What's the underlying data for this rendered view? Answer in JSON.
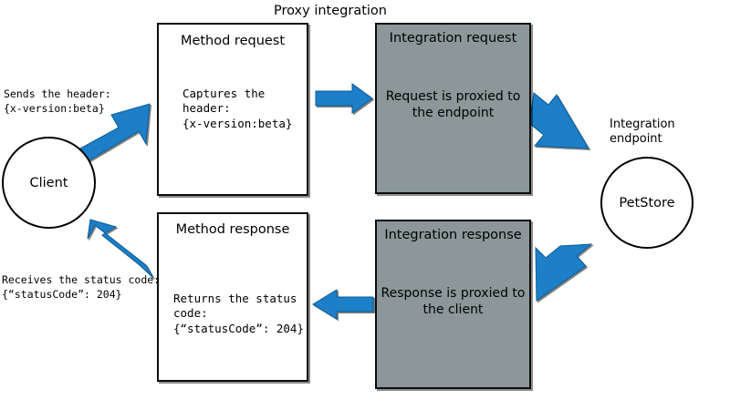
{
  "diagram": {
    "title": "Proxy integration",
    "colors": {
      "arrow_blue": "#1b7fc8",
      "box_gray": "#8b9799",
      "box_outline": "#0d0d0d",
      "background": "#ffffff"
    }
  },
  "nodes": {
    "client": {
      "label": "Client"
    },
    "endpoint": {
      "caption": "Integration\nendpoint",
      "label": "PetStore"
    },
    "method_request": {
      "title": "Method request",
      "body": "Captures the header:\n{x-version:beta}"
    },
    "integration_request": {
      "title": "Integration request",
      "body": "Request is proxied to\nthe endpoint"
    },
    "method_response": {
      "title": "Method response",
      "body": "Returns the status code:\n{“statusCode”: 204}"
    },
    "integration_response": {
      "title": "Integration response",
      "body": "Response is proxied to\nthe client"
    }
  },
  "annotations": {
    "sends_header": "Sends the header:\n{x-version:beta}",
    "receives_status": "Receives the status code:\n{“statusCode”: 204}"
  },
  "arrows": [
    {
      "name": "client-to-method-request",
      "direction": "up-right"
    },
    {
      "name": "method-request-to-integration-request",
      "direction": "right"
    },
    {
      "name": "integration-request-to-endpoint",
      "direction": "down-right"
    },
    {
      "name": "endpoint-to-integration-response",
      "direction": "down-left"
    },
    {
      "name": "integration-response-to-method-response",
      "direction": "left"
    },
    {
      "name": "method-response-to-client",
      "direction": "up-left"
    }
  ]
}
